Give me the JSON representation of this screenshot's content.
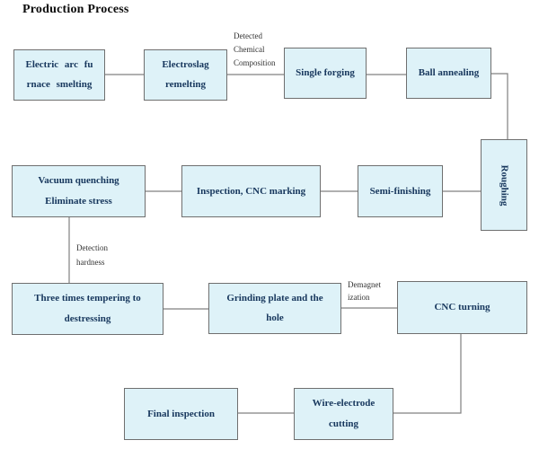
{
  "title": "Production Process",
  "colors": {
    "box_fill": "#def2f8",
    "box_border": "#6f6f6f",
    "box_text": "#17375d",
    "connector": "#808080",
    "note_text": "#333333",
    "title_text": "#0d0d0d",
    "background": "#ffffff"
  },
  "boxes": [
    {
      "id": "electric-arc-furnace-smelting",
      "lines": [
        "Electric arc fu",
        "rnace smelting"
      ]
    },
    {
      "id": "electroslag-remelting",
      "lines": [
        "Electroslag",
        "remelting"
      ]
    },
    {
      "id": "single-forging",
      "lines": [
        "Single forging"
      ]
    },
    {
      "id": "ball-annealing",
      "lines": [
        "Ball annealing"
      ]
    },
    {
      "id": "roughing",
      "lines": [
        "Roughing"
      ]
    },
    {
      "id": "vacuum-quenching",
      "lines": [
        "Vacuum quenching",
        "Eliminate stress"
      ]
    },
    {
      "id": "inspection-cnc-marking",
      "lines": [
        "Inspection, CNC marking"
      ]
    },
    {
      "id": "semi-finishing",
      "lines": [
        "Semi-finishing"
      ]
    },
    {
      "id": "three-times-tempering",
      "lines": [
        "Three times tempering to",
        "destressing"
      ]
    },
    {
      "id": "grinding-plate-and-hole",
      "lines": [
        "Grinding plate and the",
        "hole"
      ]
    },
    {
      "id": "cnc-turning",
      "lines": [
        "CNC turning"
      ]
    },
    {
      "id": "final-inspection",
      "lines": [
        "Final inspection"
      ]
    },
    {
      "id": "wire-electrode-cutting",
      "lines": [
        "Wire-electrode",
        "cutting"
      ]
    }
  ],
  "notes": [
    {
      "id": "detected-chemical-composition",
      "lines": [
        "Detected",
        "Chemical",
        "Composition"
      ]
    },
    {
      "id": "detection-hardness",
      "lines": [
        "Detection",
        "hardness"
      ]
    },
    {
      "id": "demagnetization",
      "lines": [
        "Demagnet",
        "ization"
      ]
    }
  ]
}
